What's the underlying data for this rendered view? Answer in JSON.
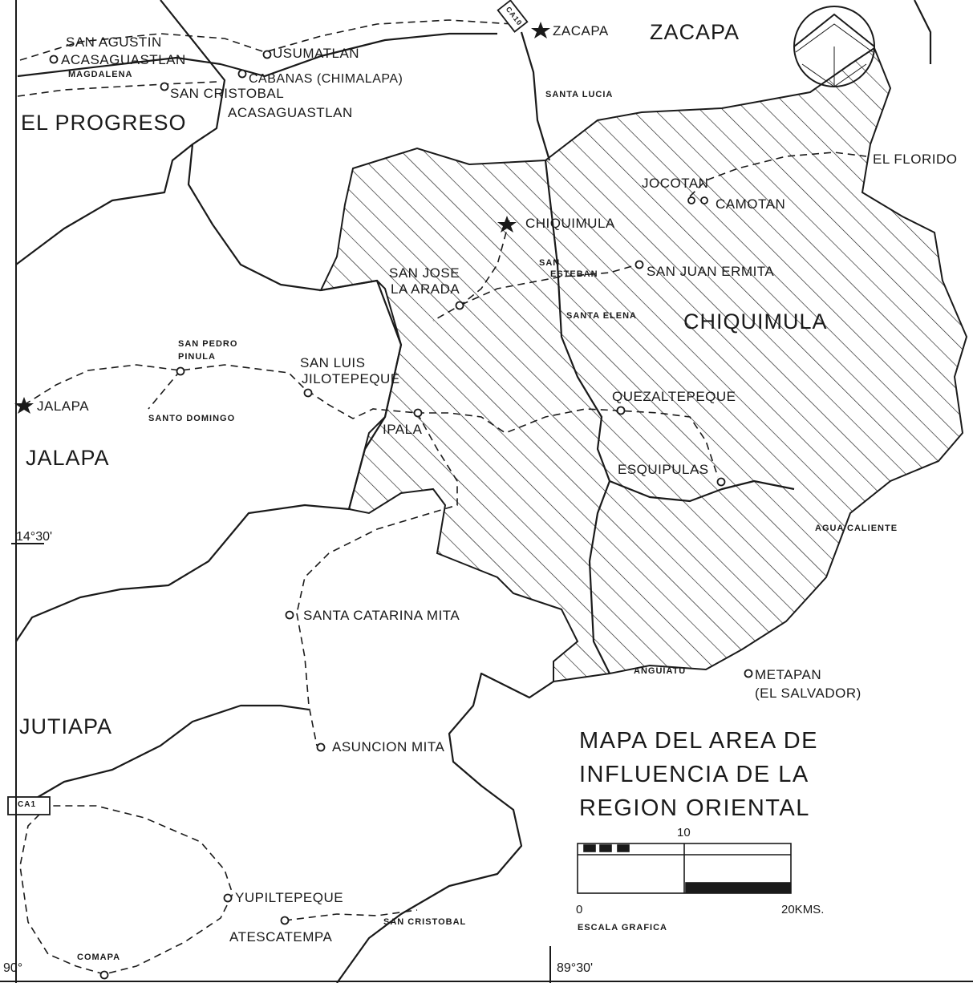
{
  "departments": {
    "zacapa": "ZACAPA",
    "el_progreso": "EL PROGRESO",
    "chiquimula": "CHIQUIMULA",
    "jalapa": "JALAPA",
    "jutiapa": "JUTIAPA"
  },
  "places": {
    "zacapa_city": "ZACAPA",
    "chiquimula_city": "CHIQUIMULA",
    "jalapa_city": "JALAPA",
    "san_agustin_1": "SAN AGUSTIN",
    "san_agustin_2": "ACASAGUASTLAN",
    "magdalena": "MAGDALENA",
    "usumatlan": "USUMATLAN",
    "cabanas": "CABANAS (CHIMALAPA)",
    "san_cristobal_1": "SAN CRISTOBAL",
    "san_cristobal_2": "ACASAGUASTLAN",
    "santa_lucia": "SANTA LUCIA",
    "el_florido": "EL FLORIDO",
    "jocotan": "JOCOTAN",
    "camotan": "CAMOTAN",
    "san_jose_1": "SAN JOSE",
    "san_jose_2": "LA ARADA",
    "san_esteban_1": "SAN",
    "san_esteban_2": "ESTEBAN",
    "san_juan_ermita": "SAN JUAN ERMITA",
    "santa_elena": "SANTA ELENA",
    "san_pedro_1": "SAN PEDRO",
    "san_pedro_2": "PINULA",
    "san_luis_1": "SAN LUIS",
    "san_luis_2": "JILOTEPEQUE",
    "santo_domingo": "SANTO DOMINGO",
    "ipala": "IPALA",
    "quezaltepeque": "QUEZALTEPEQUE",
    "esquipulas": "ESQUIPULAS",
    "agua_caliente": "AGUA CALIENTE",
    "santa_catarina_mita": "SANTA CATARINA MITA",
    "anguiatu": "ANGUIATU",
    "metapan_1": "METAPAN",
    "metapan_2": "(EL SALVADOR)",
    "asuncion_mita": "ASUNCION MITA",
    "yupiltepeque": "YUPILTEPEQUE",
    "atescatempa": "ATESCATEMPA",
    "san_cristobal_south": "SAN CRISTOBAL",
    "comapa": "COMAPA"
  },
  "roads": {
    "ca10": "CA10",
    "ca1": "CA1"
  },
  "coordinates": {
    "lat_1430": "14°30'",
    "lon_90": "90°",
    "lon_8930": "89°30'"
  },
  "title": {
    "line1": "MAPA DEL AREA DE",
    "line2": "INFLUENCIA DE LA",
    "line3": "REGION ORIENTAL"
  },
  "scale": {
    "mid": "10",
    "start": "0",
    "end": "20KMS.",
    "caption": "ESCALA GRAFICA"
  },
  "colors": {
    "ink": "#1a1a1a",
    "paper": "#ffffff"
  }
}
